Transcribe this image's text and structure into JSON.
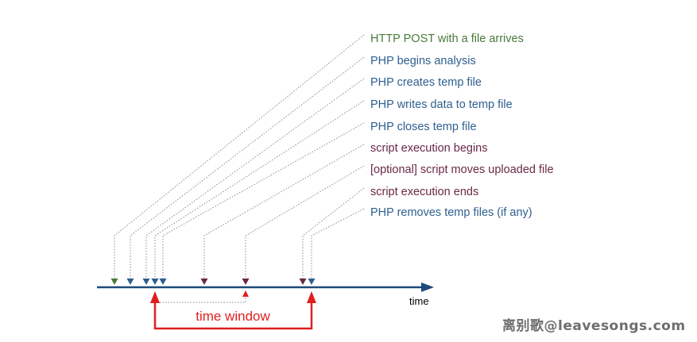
{
  "colors": {
    "axis": "#1f4a7a",
    "green": "#4a7a3a",
    "blue": "#2e5f8f",
    "maroon": "#6b2845",
    "window": "#e01f1f",
    "leader": "#8a8a8a",
    "watermark": "#6e6e6e"
  },
  "axis": {
    "label": "time"
  },
  "events": [
    {
      "label": "HTTP POST with a file arrives",
      "color": "green"
    },
    {
      "label": "PHP begins analysis",
      "color": "blue"
    },
    {
      "label": "PHP creates temp file",
      "color": "blue"
    },
    {
      "label": "PHP writes data to temp file",
      "color": "blue"
    },
    {
      "label": "PHP closes temp file",
      "color": "blue"
    },
    {
      "label": "script execution begins",
      "color": "maroon"
    },
    {
      "label": "[optional] script moves uploaded file",
      "color": "maroon"
    },
    {
      "label": "script execution ends",
      "color": "maroon"
    },
    {
      "label": "PHP removes temp files (if any)",
      "color": "blue"
    }
  ],
  "time_window": {
    "label": "time window"
  },
  "watermark": {
    "text": "离别歌@leavesongs.com"
  }
}
